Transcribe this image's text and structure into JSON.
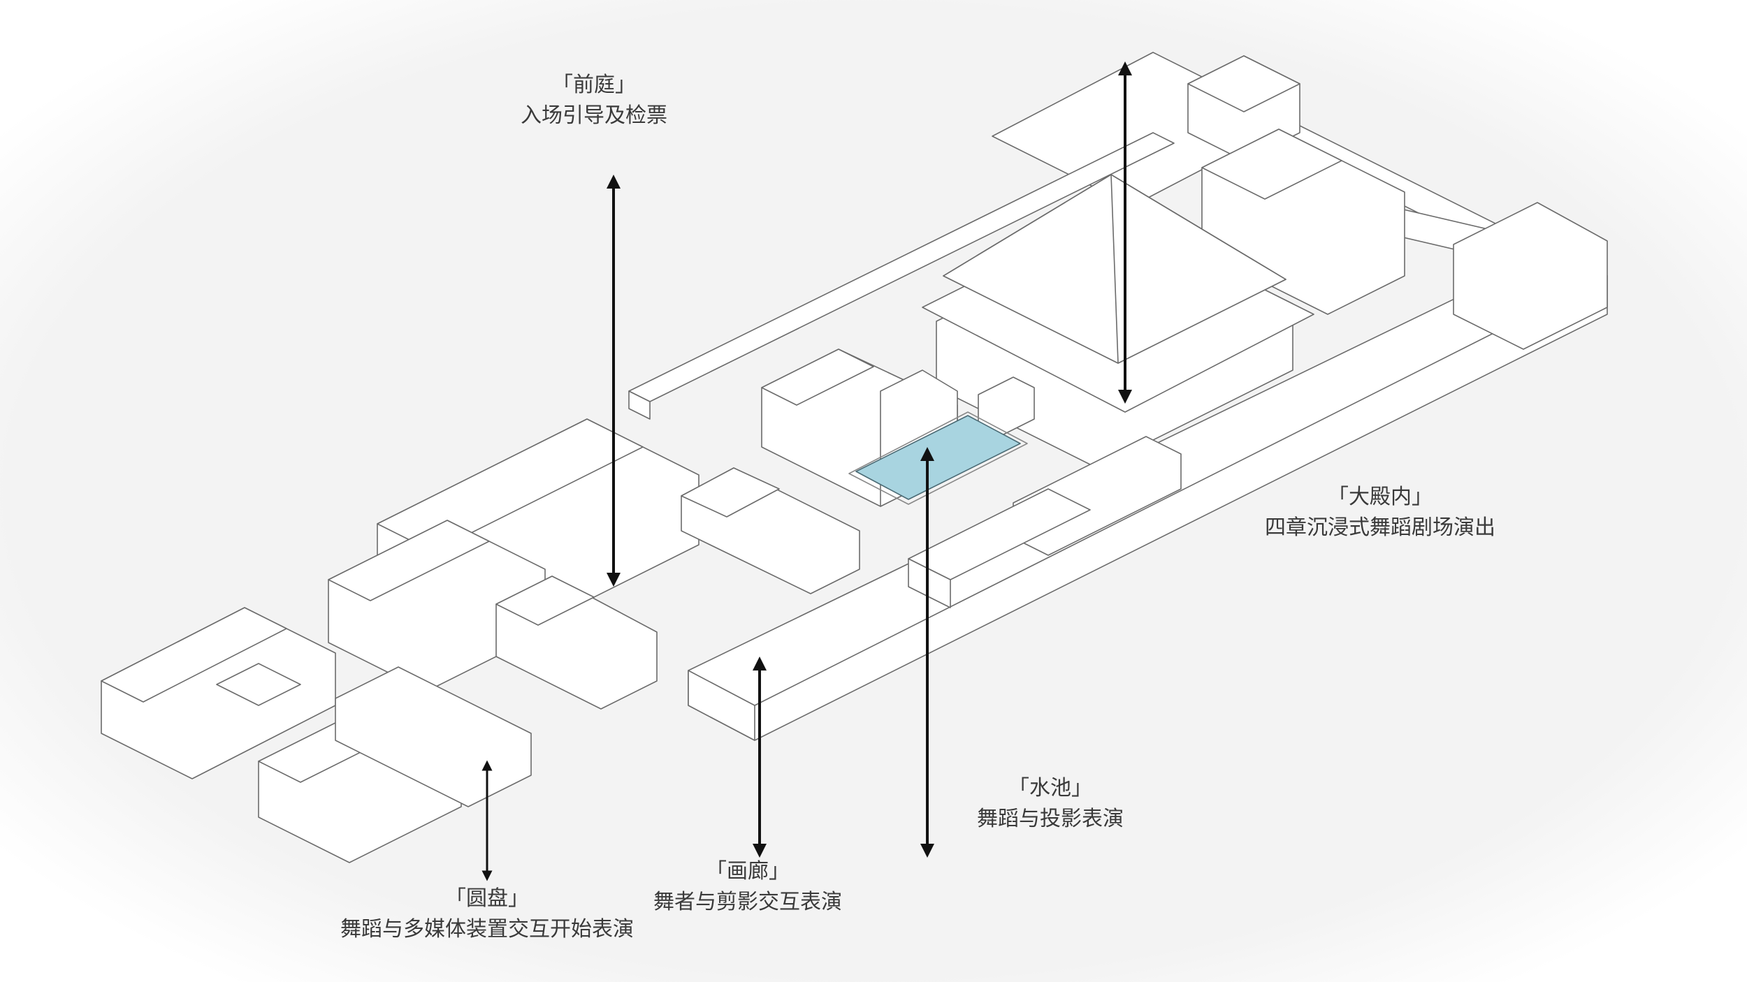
{
  "labels": {
    "forecourt": {
      "title": "「前庭」",
      "desc": "入场引导及检票"
    },
    "main_hall": {
      "title": "「大殿内」",
      "desc": "四章沉浸式舞蹈剧场演出"
    },
    "pool": {
      "title": "「水池」",
      "desc": "舞蹈与投影表演"
    },
    "gallery": {
      "title": "「画廊」",
      "desc": "舞者与剪影交互表演"
    },
    "round_stage": {
      "title": "「圆盘」",
      "desc": "舞蹈与多媒体装置交互开始表演"
    }
  },
  "colors": {
    "background": "#f1f1f1",
    "building_fill": "#ffffff",
    "building_stroke": "#6b6b6b",
    "pool_water": "#a8d4e0",
    "arrow": "#111111",
    "label_text": "#3a3a3a"
  }
}
